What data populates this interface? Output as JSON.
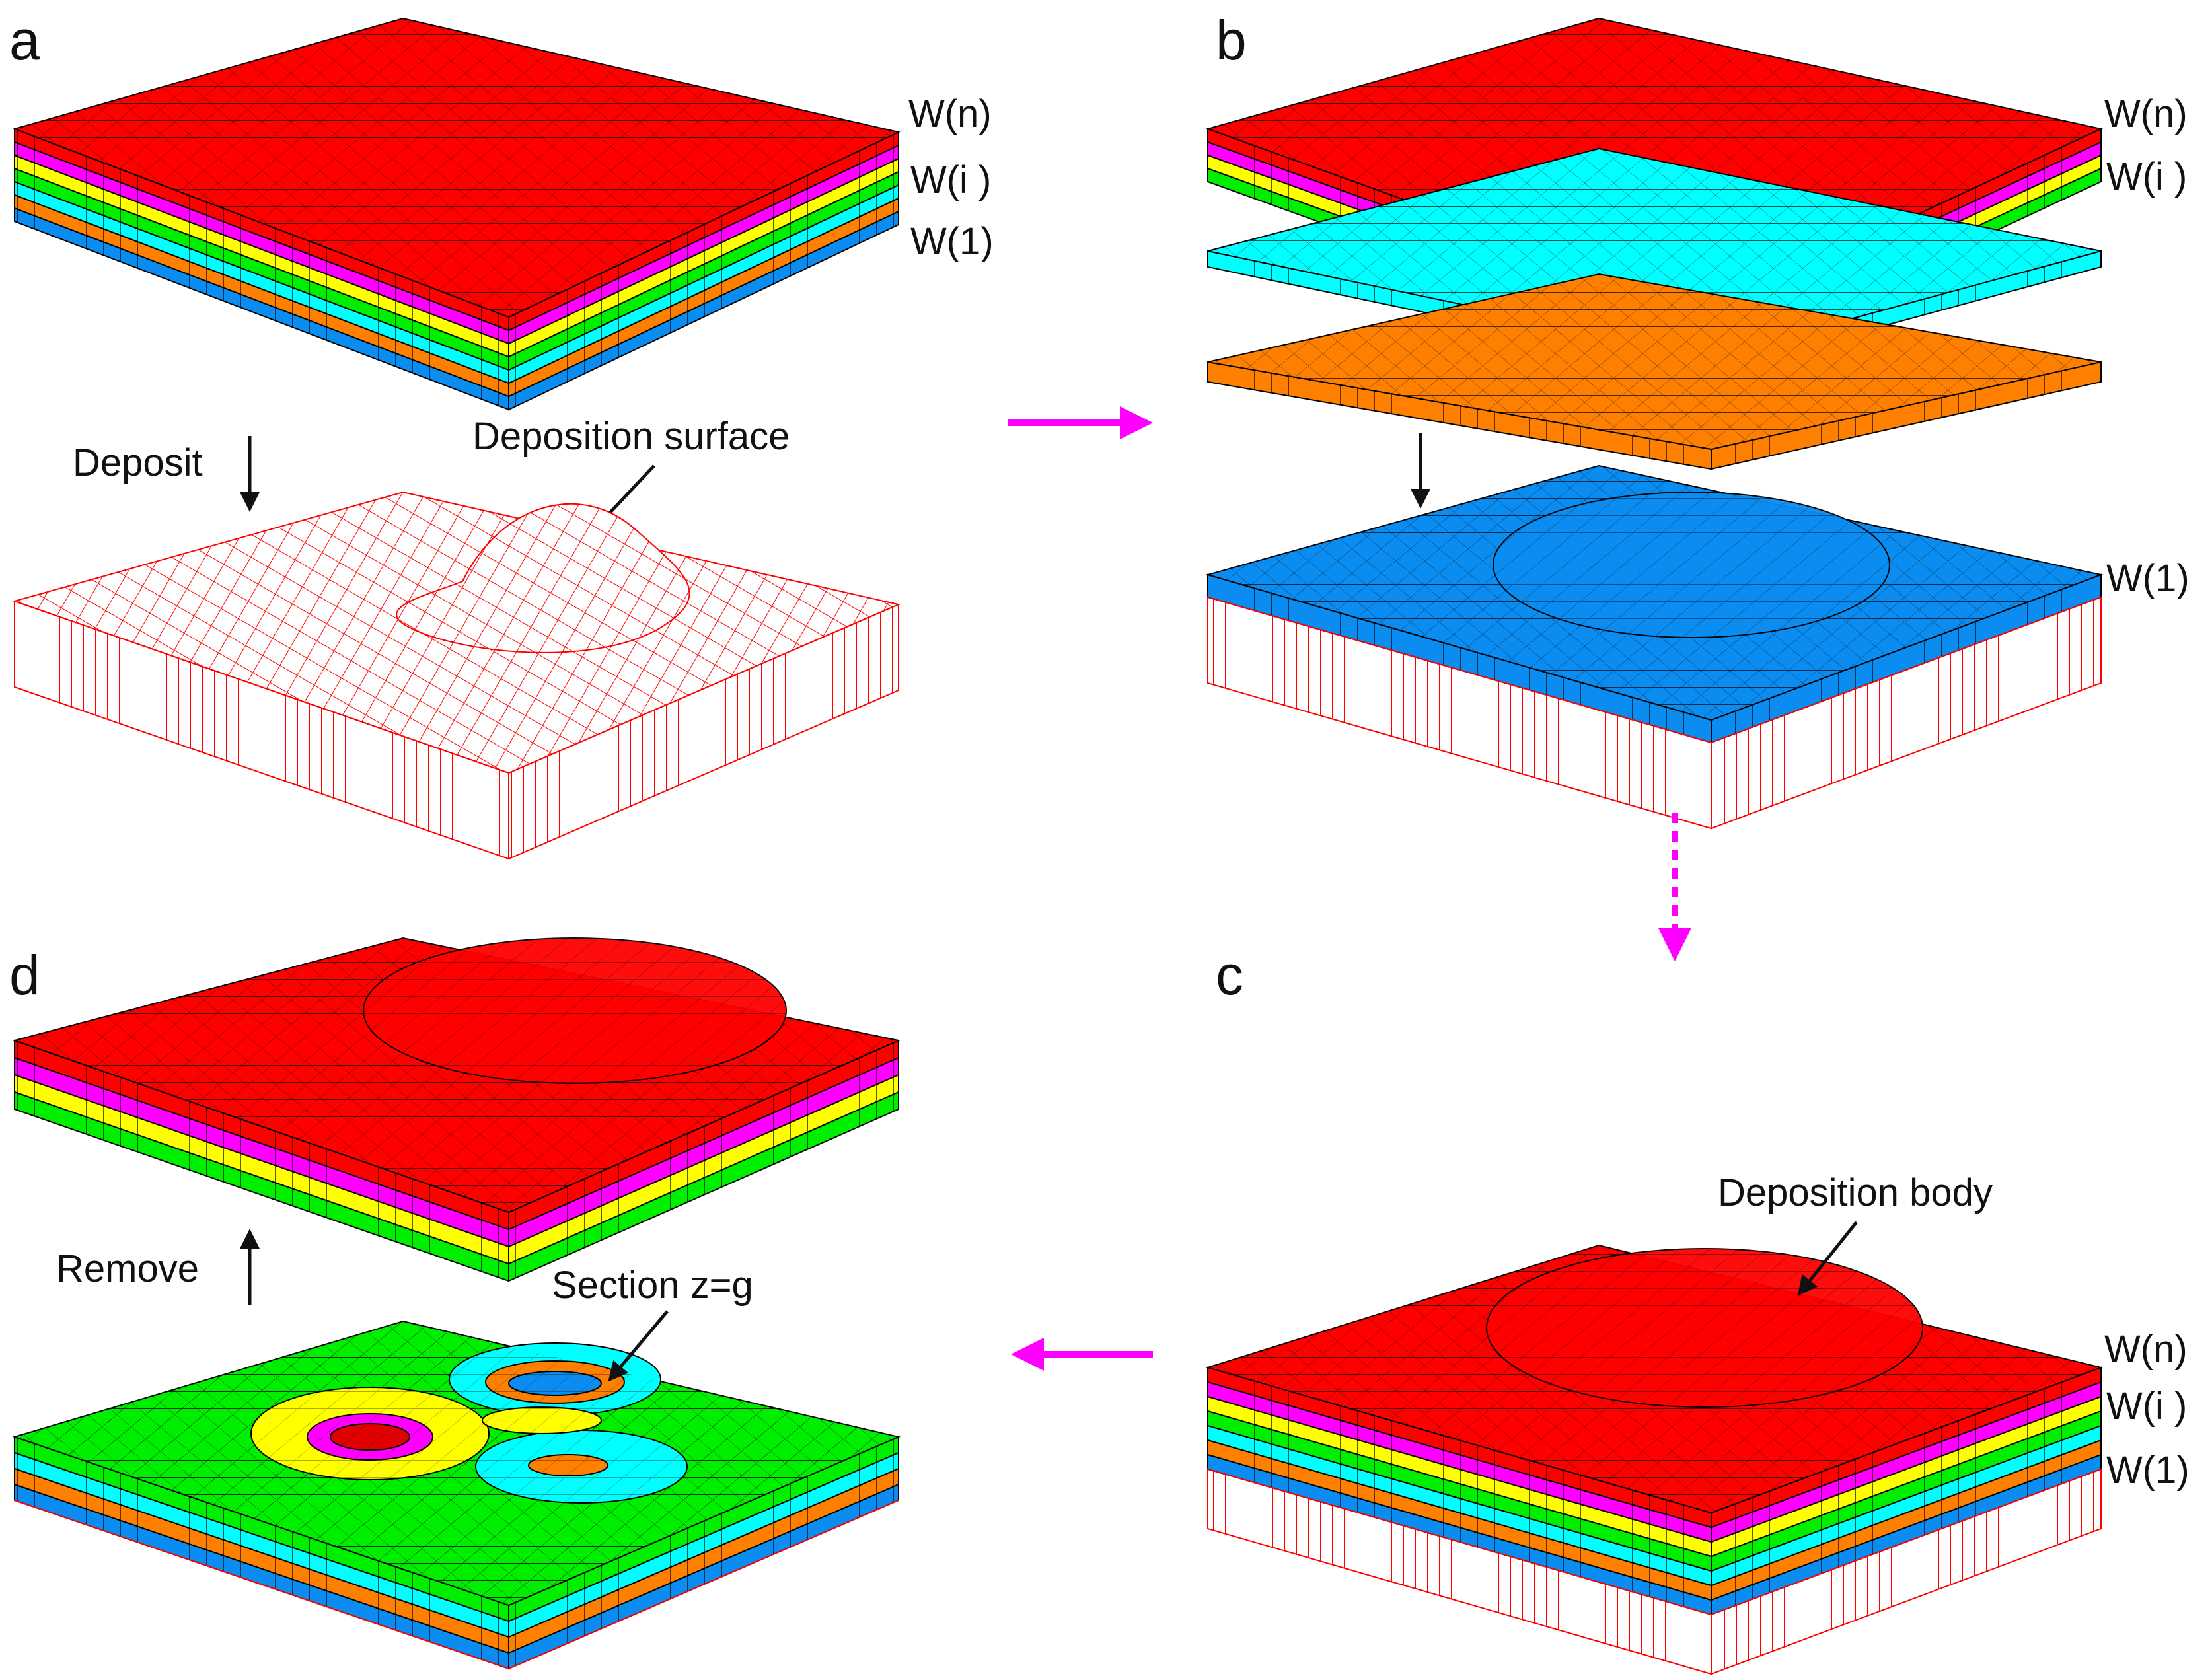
{
  "panels": {
    "a": {
      "letter": "a",
      "deposit": "Deposit",
      "surface": "Deposition surface",
      "w_top": "W(n)",
      "w_mid": "W(i )",
      "w_bot": "W(1)"
    },
    "b": {
      "letter": "b",
      "w_top": "W(n)",
      "w_mid": "W(i )",
      "w_bot": "W(1)"
    },
    "c": {
      "letter": "c",
      "body": "Deposition body",
      "w_top": "W(n)",
      "w_mid": "W(i )",
      "w_bot": "W(1)"
    },
    "d": {
      "letter": "d",
      "remove": "Remove",
      "section": "Section z=g"
    }
  },
  "layer_colors": {
    "red": "#ff0000",
    "magenta": "#ff00ff",
    "yellow": "#ffff00",
    "green": "#00ee00",
    "cyan": "#00ffff",
    "orange": "#ff8000",
    "blue": "#0a8cf0"
  },
  "arrow_color": "#ff00ff"
}
